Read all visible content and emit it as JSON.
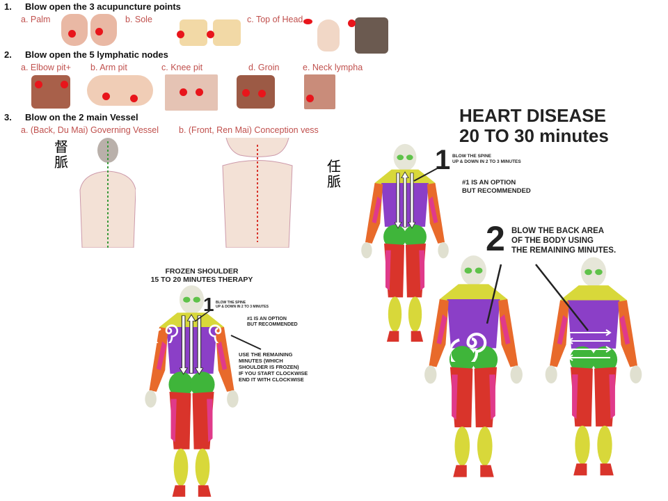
{
  "section1": {
    "number": "1.",
    "heading": "Blow open the 3 acupuncture points",
    "items": [
      "a. Palm",
      "b. Sole",
      "c. Top of Head"
    ]
  },
  "section2": {
    "number": "2.",
    "heading": "Blow open the 5 lymphatic nodes",
    "items": [
      "a. Elbow pit+",
      "b. Arm pit",
      "c. Knee pit",
      "d. Groin",
      "e. Neck lympha"
    ]
  },
  "section3": {
    "number": "3.",
    "heading": "Blow on the 2 main Vessel",
    "items": [
      "a. (Back, Du Mai) Governing Vessel",
      "b. (Front, Ren Mai) Conception vess"
    ],
    "back_chart_label": "督脈",
    "front_chart_label": "任脈"
  },
  "frozen_shoulder": {
    "title_line1": "FROZEN SHOULDER",
    "title_line2": "15 TO 20 MINUTES THERAPY",
    "step1_number": "1",
    "step1_line1": "BLOW THE SPINE",
    "step1_line2": "UP & DOWN IN 2 TO 3 MINUTES",
    "option_line1": "#1 IS AN OPTION",
    "option_line2": "BUT RECOMMENDED",
    "remaining": [
      "USE THE REMAINING",
      "MINUTES (WHICH",
      "SHOULDER IS FROZEN)",
      "IF YOU START CLOCKWISE",
      "END IT WITH CLOCKWISE"
    ]
  },
  "heart_disease": {
    "title_line1": "HEART DISEASE",
    "title_line2": "20 TO 30 minutes",
    "step1_number": "1",
    "step1_line1": "BLOW THE SPINE",
    "step1_line2": "UP & DOWN IN 2 TO 3 MINUTES",
    "option_line1": "#1 IS AN OPTION",
    "option_line2": "BUT RECOMMENDED",
    "step2_number": "2",
    "step2_lines": [
      "BLOW THE BACK AREA",
      "OF THE BODY USING",
      "THE REMAINING MINUTES."
    ]
  },
  "colors": {
    "point": "#e8151b",
    "label": "#c0504d",
    "muscle_purple": "#8b3fc7",
    "muscle_green": "#3fb53a",
    "muscle_yellow": "#d8d83a",
    "muscle_red": "#d9342b"
  }
}
